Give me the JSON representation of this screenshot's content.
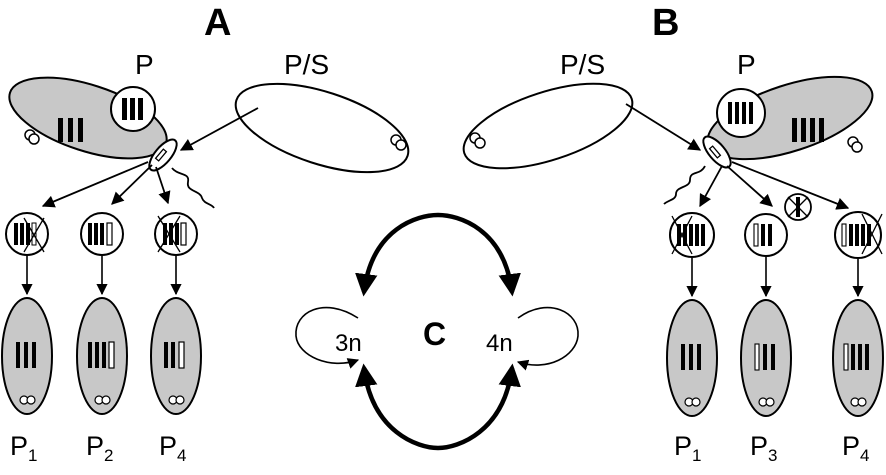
{
  "panel_a": {
    "label": "A",
    "parent_label": "P",
    "partner_label": "P/S",
    "progeny": [
      {
        "base": "P",
        "sub": "1"
      },
      {
        "base": "P",
        "sub": "2"
      },
      {
        "base": "P",
        "sub": "4"
      }
    ]
  },
  "panel_b": {
    "label": "B",
    "parent_label": "P",
    "partner_label": "P/S",
    "progeny": [
      {
        "base": "P",
        "sub": "1"
      },
      {
        "base": "P",
        "sub": "3"
      },
      {
        "base": "P",
        "sub": "4"
      }
    ]
  },
  "panel_c": {
    "label": "C",
    "left_state": "3n",
    "right_state": "4n"
  },
  "colors": {
    "cell_fill": "#c8c8c8",
    "stroke": "#000000",
    "background": "#ffffff"
  }
}
